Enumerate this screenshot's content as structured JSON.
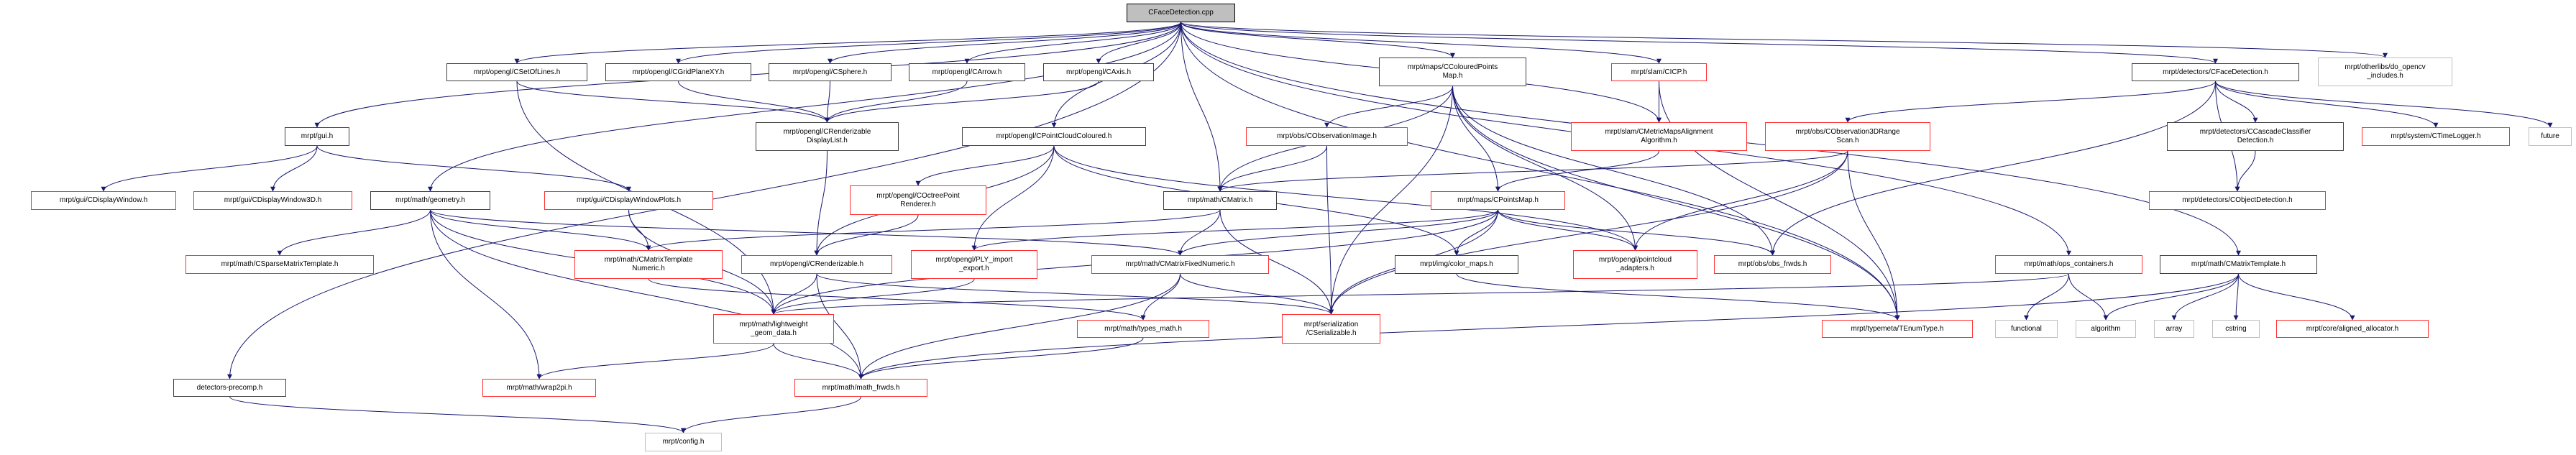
{
  "title": "CFaceDetection.cpp",
  "colors": {
    "edge": "#191970",
    "red_border": "#ff3030",
    "black_border": "#404040",
    "gray_border": "#bfbfbf",
    "root_fill": "#bfbfbf"
  },
  "nodes": [
    {
      "id": "root",
      "lines": [
        "CFaceDetection.cpp"
      ],
      "style": "root"
    },
    {
      "id": "precomp",
      "lines": [
        "detectors-precomp.h"
      ],
      "style": "black"
    },
    {
      "id": "gui",
      "lines": [
        "mrpt/gui.h"
      ],
      "style": "black"
    },
    {
      "id": "cdw",
      "lines": [
        "mrpt/gui/CDisplayWindow.h"
      ],
      "style": "red"
    },
    {
      "id": "cdw3d",
      "lines": [
        "mrpt/gui/CDisplayWindow3D.h"
      ],
      "style": "red"
    },
    {
      "id": "geometry",
      "lines": [
        "mrpt/math/geometry.h"
      ],
      "style": "black"
    },
    {
      "id": "cdwp",
      "lines": [
        "mrpt/gui/CDisplayWindowPlots.h"
      ],
      "style": "red"
    },
    {
      "id": "sparse",
      "lines": [
        "mrpt/math/CSparseMatrixTemplate.h"
      ],
      "style": "red"
    },
    {
      "id": "cmtn",
      "lines": [
        "mrpt/math/CMatrixTemplate",
        "Numeric.h"
      ],
      "style": "red"
    },
    {
      "id": "setoflines",
      "lines": [
        "mrpt/opengl/CSetOfLines.h"
      ],
      "style": "black"
    },
    {
      "id": "gridplane",
      "lines": [
        "mrpt/opengl/CGridPlaneXY.h"
      ],
      "style": "black"
    },
    {
      "id": "sphere",
      "lines": [
        "mrpt/opengl/CSphere.h"
      ],
      "style": "black"
    },
    {
      "id": "crdl",
      "lines": [
        "mrpt/opengl/CRenderizable",
        "DisplayList.h"
      ],
      "style": "black"
    },
    {
      "id": "lightweight",
      "lines": [
        "mrpt/math/lightweight",
        "_geom_data.h"
      ],
      "style": "red"
    },
    {
      "id": "wrap2pi",
      "lines": [
        "mrpt/math/wrap2pi.h"
      ],
      "style": "red"
    },
    {
      "id": "mathfrwds",
      "lines": [
        "mrpt/math/math_frwds.h"
      ],
      "style": "red"
    },
    {
      "id": "config",
      "lines": [
        "mrpt/config.h"
      ],
      "style": "gray"
    },
    {
      "id": "crend",
      "lines": [
        "mrpt/opengl/CRenderizable.h"
      ],
      "style": "red"
    },
    {
      "id": "arrow",
      "lines": [
        "mrpt/opengl/CArrow.h"
      ],
      "style": "black"
    },
    {
      "id": "axis",
      "lines": [
        "mrpt/opengl/CAxis.h"
      ],
      "style": "black"
    },
    {
      "id": "pcc",
      "lines": [
        "mrpt/opengl/CPointCloudColoured.h"
      ],
      "style": "black"
    },
    {
      "id": "octree",
      "lines": [
        "mrpt/opengl/COctreePoint",
        "Renderer.h"
      ],
      "style": "red"
    },
    {
      "id": "ply",
      "lines": [
        "mrpt/opengl/PLY_import",
        "_export.h"
      ],
      "style": "red"
    },
    {
      "id": "cmfn",
      "lines": [
        "mrpt/math/CMatrixFixedNumeric.h"
      ],
      "style": "red"
    },
    {
      "id": "cmatrix",
      "lines": [
        "mrpt/math/CMatrix.h"
      ],
      "style": "black"
    },
    {
      "id": "obsimage",
      "lines": [
        "mrpt/obs/CObservationImage.h"
      ],
      "style": "red"
    },
    {
      "id": "ccpm",
      "lines": [
        "mrpt/maps/CColouredPoints",
        "Map.h"
      ],
      "style": "black"
    },
    {
      "id": "typesmath",
      "lines": [
        "mrpt/math/types_math.h"
      ],
      "style": "red"
    },
    {
      "id": "cser",
      "lines": [
        "mrpt/serialization",
        "/CSerializable.h"
      ],
      "style": "red"
    },
    {
      "id": "colormaps",
      "lines": [
        "mrpt/img/color_maps.h"
      ],
      "style": "black"
    },
    {
      "id": "cpm",
      "lines": [
        "mrpt/maps/CPointsMap.h"
      ],
      "style": "red"
    },
    {
      "id": "pcadapt",
      "lines": [
        "mrpt/opengl/pointcloud",
        "_adapters.h"
      ],
      "style": "red"
    },
    {
      "id": "cicp",
      "lines": [
        "mrpt/slam/CICP.h"
      ],
      "style": "red"
    },
    {
      "id": "cmmaa",
      "lines": [
        "mrpt/slam/CMetricMapsAlignment",
        "Algorithm.h"
      ],
      "style": "red"
    },
    {
      "id": "obsfrwds",
      "lines": [
        "mrpt/obs/obs_frwds.h"
      ],
      "style": "red"
    },
    {
      "id": "obs3d",
      "lines": [
        "mrpt/obs/CObservation3DRange",
        "Scan.h"
      ],
      "style": "red"
    },
    {
      "id": "cfdh",
      "lines": [
        "mrpt/detectors/CFaceDetection.h"
      ],
      "style": "black"
    },
    {
      "id": "opencv",
      "lines": [
        "mrpt/otherlibs/do_opencv",
        "_includes.h"
      ],
      "style": "gray"
    },
    {
      "id": "cascade",
      "lines": [
        "mrpt/detectors/CCascadeClassifier",
        "Detection.h"
      ],
      "style": "black"
    },
    {
      "id": "timelogger",
      "lines": [
        "mrpt/system/CTimeLogger.h"
      ],
      "style": "red"
    },
    {
      "id": "future",
      "lines": [
        "future"
      ],
      "style": "gray"
    },
    {
      "id": "objdet",
      "lines": [
        "mrpt/detectors/CObjectDetection.h"
      ],
      "style": "red"
    },
    {
      "id": "opscont",
      "lines": [
        "mrpt/math/ops_containers.h"
      ],
      "style": "red"
    },
    {
      "id": "cmt",
      "lines": [
        "mrpt/math/CMatrixTemplate.h"
      ],
      "style": "black"
    },
    {
      "id": "tenum",
      "lines": [
        "mrpt/typemeta/TEnumType.h"
      ],
      "style": "red"
    },
    {
      "id": "functional",
      "lines": [
        "functional"
      ],
      "style": "gray"
    },
    {
      "id": "algorithm",
      "lines": [
        "algorithm"
      ],
      "style": "gray"
    },
    {
      "id": "array",
      "lines": [
        "array"
      ],
      "style": "gray"
    },
    {
      "id": "cstring",
      "lines": [
        "cstring"
      ],
      "style": "gray"
    },
    {
      "id": "aligned",
      "lines": [
        "mrpt/core/aligned_allocator.h"
      ],
      "style": "red"
    }
  ],
  "edges": [
    [
      "root",
      "gui"
    ],
    [
      "root",
      "geometry"
    ],
    [
      "root",
      "setoflines"
    ],
    [
      "root",
      "gridplane"
    ],
    [
      "root",
      "sphere"
    ],
    [
      "root",
      "arrow"
    ],
    [
      "root",
      "axis"
    ],
    [
      "root",
      "pcc"
    ],
    [
      "root",
      "cmatrix"
    ],
    [
      "root",
      "ccpm"
    ],
    [
      "root",
      "cicp"
    ],
    [
      "root",
      "cmmaa"
    ],
    [
      "root",
      "cfdh"
    ],
    [
      "root",
      "opencv"
    ],
    [
      "root",
      "precomp"
    ],
    [
      "root",
      "opscont"
    ],
    [
      "root",
      "cmt"
    ],
    [
      "root",
      "tenum"
    ],
    [
      "gui",
      "cdw"
    ],
    [
      "gui",
      "cdw3d"
    ],
    [
      "gui",
      "cdwp"
    ],
    [
      "cdwp",
      "cmtn"
    ],
    [
      "cdwp",
      "lightweight"
    ],
    [
      "geometry",
      "sparse"
    ],
    [
      "geometry",
      "cmtn"
    ],
    [
      "geometry",
      "lightweight"
    ],
    [
      "geometry",
      "wrap2pi"
    ],
    [
      "geometry",
      "mathfrwds"
    ],
    [
      "geometry",
      "cmfn"
    ],
    [
      "setoflines",
      "crdl"
    ],
    [
      "setoflines",
      "lightweight"
    ],
    [
      "gridplane",
      "crdl"
    ],
    [
      "sphere",
      "crdl"
    ],
    [
      "arrow",
      "crdl"
    ],
    [
      "axis",
      "crdl"
    ],
    [
      "crdl",
      "crend"
    ],
    [
      "pcc",
      "octree"
    ],
    [
      "pcc",
      "crend"
    ],
    [
      "pcc",
      "ply"
    ],
    [
      "pcc",
      "colormaps"
    ],
    [
      "pcc",
      "pcadapt"
    ],
    [
      "octree",
      "crend"
    ],
    [
      "crend",
      "lightweight"
    ],
    [
      "crend",
      "mathfrwds"
    ],
    [
      "crend",
      "cser"
    ],
    [
      "cmtn",
      "typesmath"
    ],
    [
      "lightweight",
      "wrap2pi"
    ],
    [
      "lightweight",
      "mathfrwds"
    ],
    [
      "typesmath",
      "mathfrwds"
    ],
    [
      "ply",
      "lightweight"
    ],
    [
      "cmatrix",
      "cmfn"
    ],
    [
      "cmatrix",
      "cser"
    ],
    [
      "cmatrix",
      "cmtn"
    ],
    [
      "cmfn",
      "typesmath"
    ],
    [
      "cmfn",
      "cser"
    ],
    [
      "cmfn",
      "mathfrwds"
    ],
    [
      "obsimage",
      "cmatrix"
    ],
    [
      "obsimage",
      "cser"
    ],
    [
      "ccpm",
      "obsimage"
    ],
    [
      "ccpm",
      "cmatrix"
    ],
    [
      "ccpm",
      "cpm"
    ],
    [
      "ccpm",
      "cser"
    ],
    [
      "ccpm",
      "pcadapt"
    ],
    [
      "ccpm",
      "obsfrwds"
    ],
    [
      "ccpm",
      "tenum"
    ],
    [
      "cpm",
      "cmfn"
    ],
    [
      "cpm",
      "ply"
    ],
    [
      "cpm",
      "colormaps"
    ],
    [
      "cpm",
      "pcadapt"
    ],
    [
      "cpm",
      "obsfrwds"
    ],
    [
      "cpm",
      "cser"
    ],
    [
      "cpm",
      "lightweight"
    ],
    [
      "colormaps",
      "tenum"
    ],
    [
      "cicp",
      "cmmaa"
    ],
    [
      "cicp",
      "tenum"
    ],
    [
      "cmmaa",
      "cpm"
    ],
    [
      "obs3d",
      "cmatrix"
    ],
    [
      "obs3d",
      "pcadapt"
    ],
    [
      "obs3d",
      "cser"
    ],
    [
      "obs3d",
      "tenum"
    ],
    [
      "cfdh",
      "obs3d"
    ],
    [
      "cfdh",
      "obsfrwds"
    ],
    [
      "cfdh",
      "cascade"
    ],
    [
      "cfdh",
      "objdet"
    ],
    [
      "cfdh",
      "timelogger"
    ],
    [
      "cfdh",
      "future"
    ],
    [
      "cascade",
      "objdet"
    ],
    [
      "opscont",
      "lightweight"
    ],
    [
      "opscont",
      "functional"
    ],
    [
      "opscont",
      "algorithm"
    ],
    [
      "cmt",
      "algorithm"
    ],
    [
      "cmt",
      "array"
    ],
    [
      "cmt",
      "cstring"
    ],
    [
      "cmt",
      "aligned"
    ],
    [
      "cmt",
      "mathfrwds"
    ],
    [
      "precomp",
      "config"
    ],
    [
      "mathfrwds",
      "config"
    ]
  ]
}
